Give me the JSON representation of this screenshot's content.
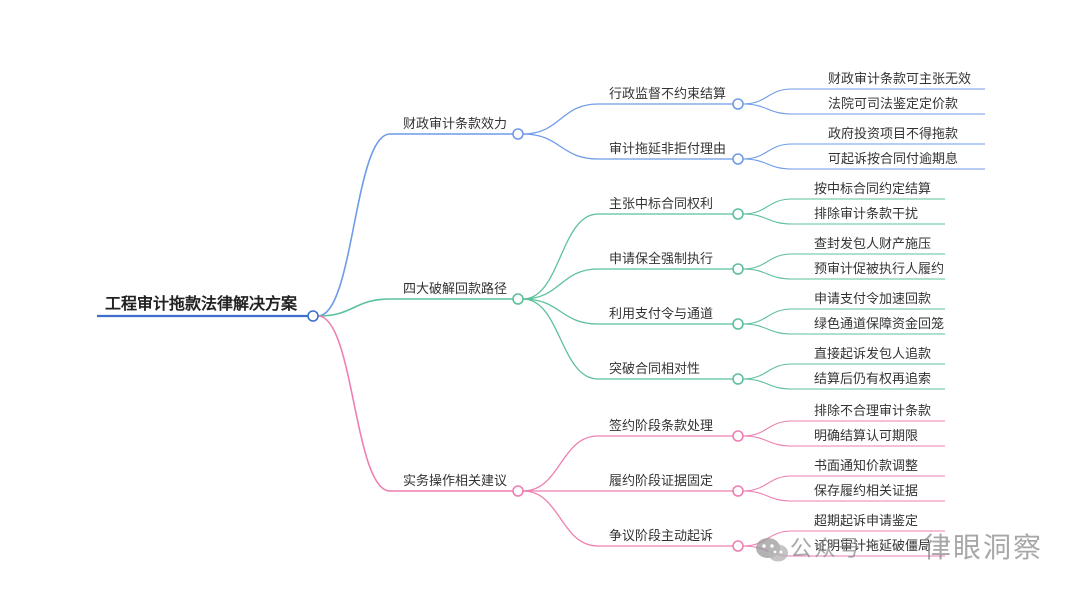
{
  "root": {
    "label": "工程审计拖款法律解决方案",
    "color": "#3f6fcc"
  },
  "branches": [
    {
      "label": "财政审计条款效力",
      "color": "#6f9be8",
      "children": [
        {
          "label": "行政监督不约束结算",
          "leaves": [
            "财政审计条款可主张无效",
            "法院可司法鉴定定价款"
          ]
        },
        {
          "label": "审计拖延非拒付理由",
          "leaves": [
            "政府投资项目不得拖款",
            "可起诉按合同付逾期息"
          ]
        }
      ]
    },
    {
      "label": "四大破解回款路径",
      "color": "#5cc09a",
      "children": [
        {
          "label": "主张中标合同权利",
          "leaves": [
            "按中标合同约定结算",
            "排除审计条款干扰"
          ]
        },
        {
          "label": "申请保全强制执行",
          "leaves": [
            "查封发包人财产施压",
            "预审计促被执行人履约"
          ]
        },
        {
          "label": "利用支付令与通道",
          "leaves": [
            "申请支付令加速回款",
            "绿色通道保障资金回笼"
          ]
        },
        {
          "label": "突破合同相对性",
          "leaves": [
            "直接起诉发包人追款",
            "结算后仍有权再追索"
          ]
        }
      ]
    },
    {
      "label": "实务操作相关建议",
      "color": "#ee7fb2",
      "children": [
        {
          "label": "签约阶段条款处理",
          "leaves": [
            "排除不合理审计条款",
            "明确结算认可期限"
          ]
        },
        {
          "label": "履约阶段证据固定",
          "leaves": [
            "书面通知价款调整",
            "保存履约相关证据"
          ]
        },
        {
          "label": "争议阶段主动起诉",
          "leaves": [
            "超期起诉申请鉴定",
            "证明审计拖延破僵局"
          ]
        }
      ]
    }
  ],
  "watermark": {
    "prefix": "公众号",
    "separator": "·",
    "name": "律眼洞察",
    "icon": "wechat-icon"
  }
}
